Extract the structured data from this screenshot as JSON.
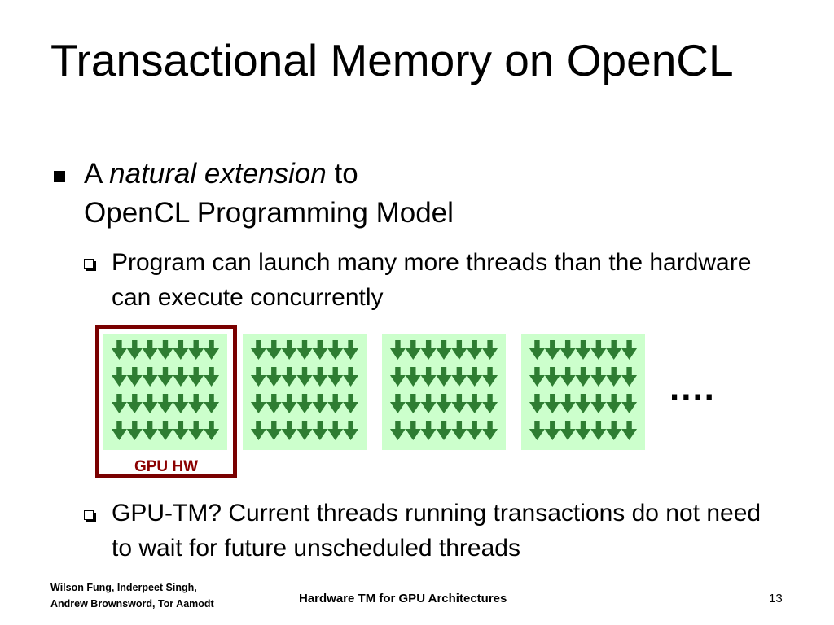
{
  "slide": {
    "title": "Transactional Memory on OpenCL",
    "bullet1": {
      "prefix": "A",
      "emphasis": "natural extension",
      "suffix": "to",
      "line2": "OpenCL Programming Model"
    },
    "sub_bullets": [
      "Program can launch many more threads than the hardware can execute concurrently",
      "GPU-TM? Current threads running transactions do not need to wait for future unscheduled threads"
    ],
    "diagram": {
      "gpu_label": "GPU HW",
      "ellipsis": "....",
      "block_count": 4,
      "rows_per_block": 4,
      "threads_per_row": 7,
      "colors": {
        "block_fill": "#ccffcc",
        "thread_arrow": "#2e7d32",
        "gpu_frame": "#7a0000",
        "gpu_label": "#8b0000"
      }
    }
  },
  "footer": {
    "authors_line1": "Wilson Fung, Inderpeet Singh,",
    "authors_line2": "Andrew Brownsword, Tor Aamodt",
    "center": "Hardware TM for GPU Architectures",
    "page": "13"
  }
}
